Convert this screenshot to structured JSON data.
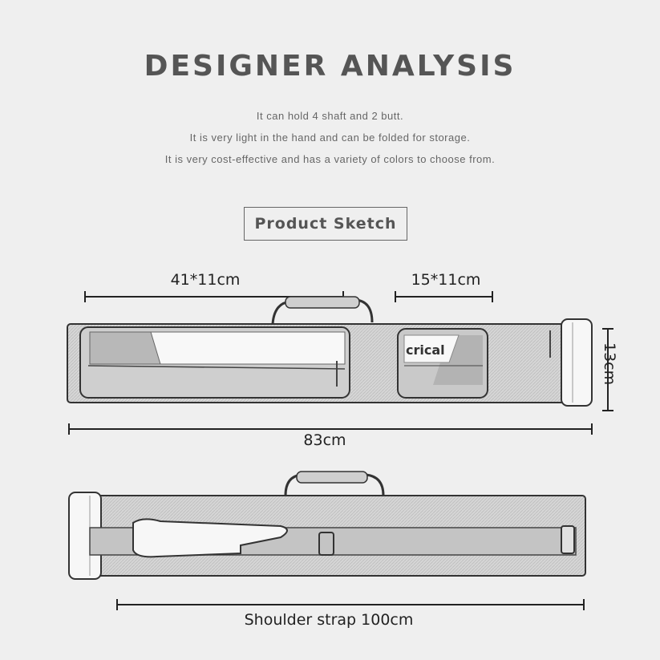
{
  "header": {
    "title": "DESIGNER ANALYSIS",
    "lines": [
      "It can hold 4 shaft and 2 butt.",
      "It is very light in the hand and can be folded for storage.",
      "It is very cost-effective and has a variety of colors to choose from."
    ]
  },
  "sketch": {
    "button_label": "Product Sketch",
    "brand_logo": "crical",
    "dimensions": {
      "large_pocket": "41*11cm",
      "small_pocket": "15*11cm",
      "height": "13cm",
      "length": "83cm",
      "strap": "Shoulder strap 100cm"
    }
  },
  "colors": {
    "background": "#efefef",
    "case_fill": "#d9d9d9",
    "outline": "#333333",
    "text": "#222222"
  }
}
